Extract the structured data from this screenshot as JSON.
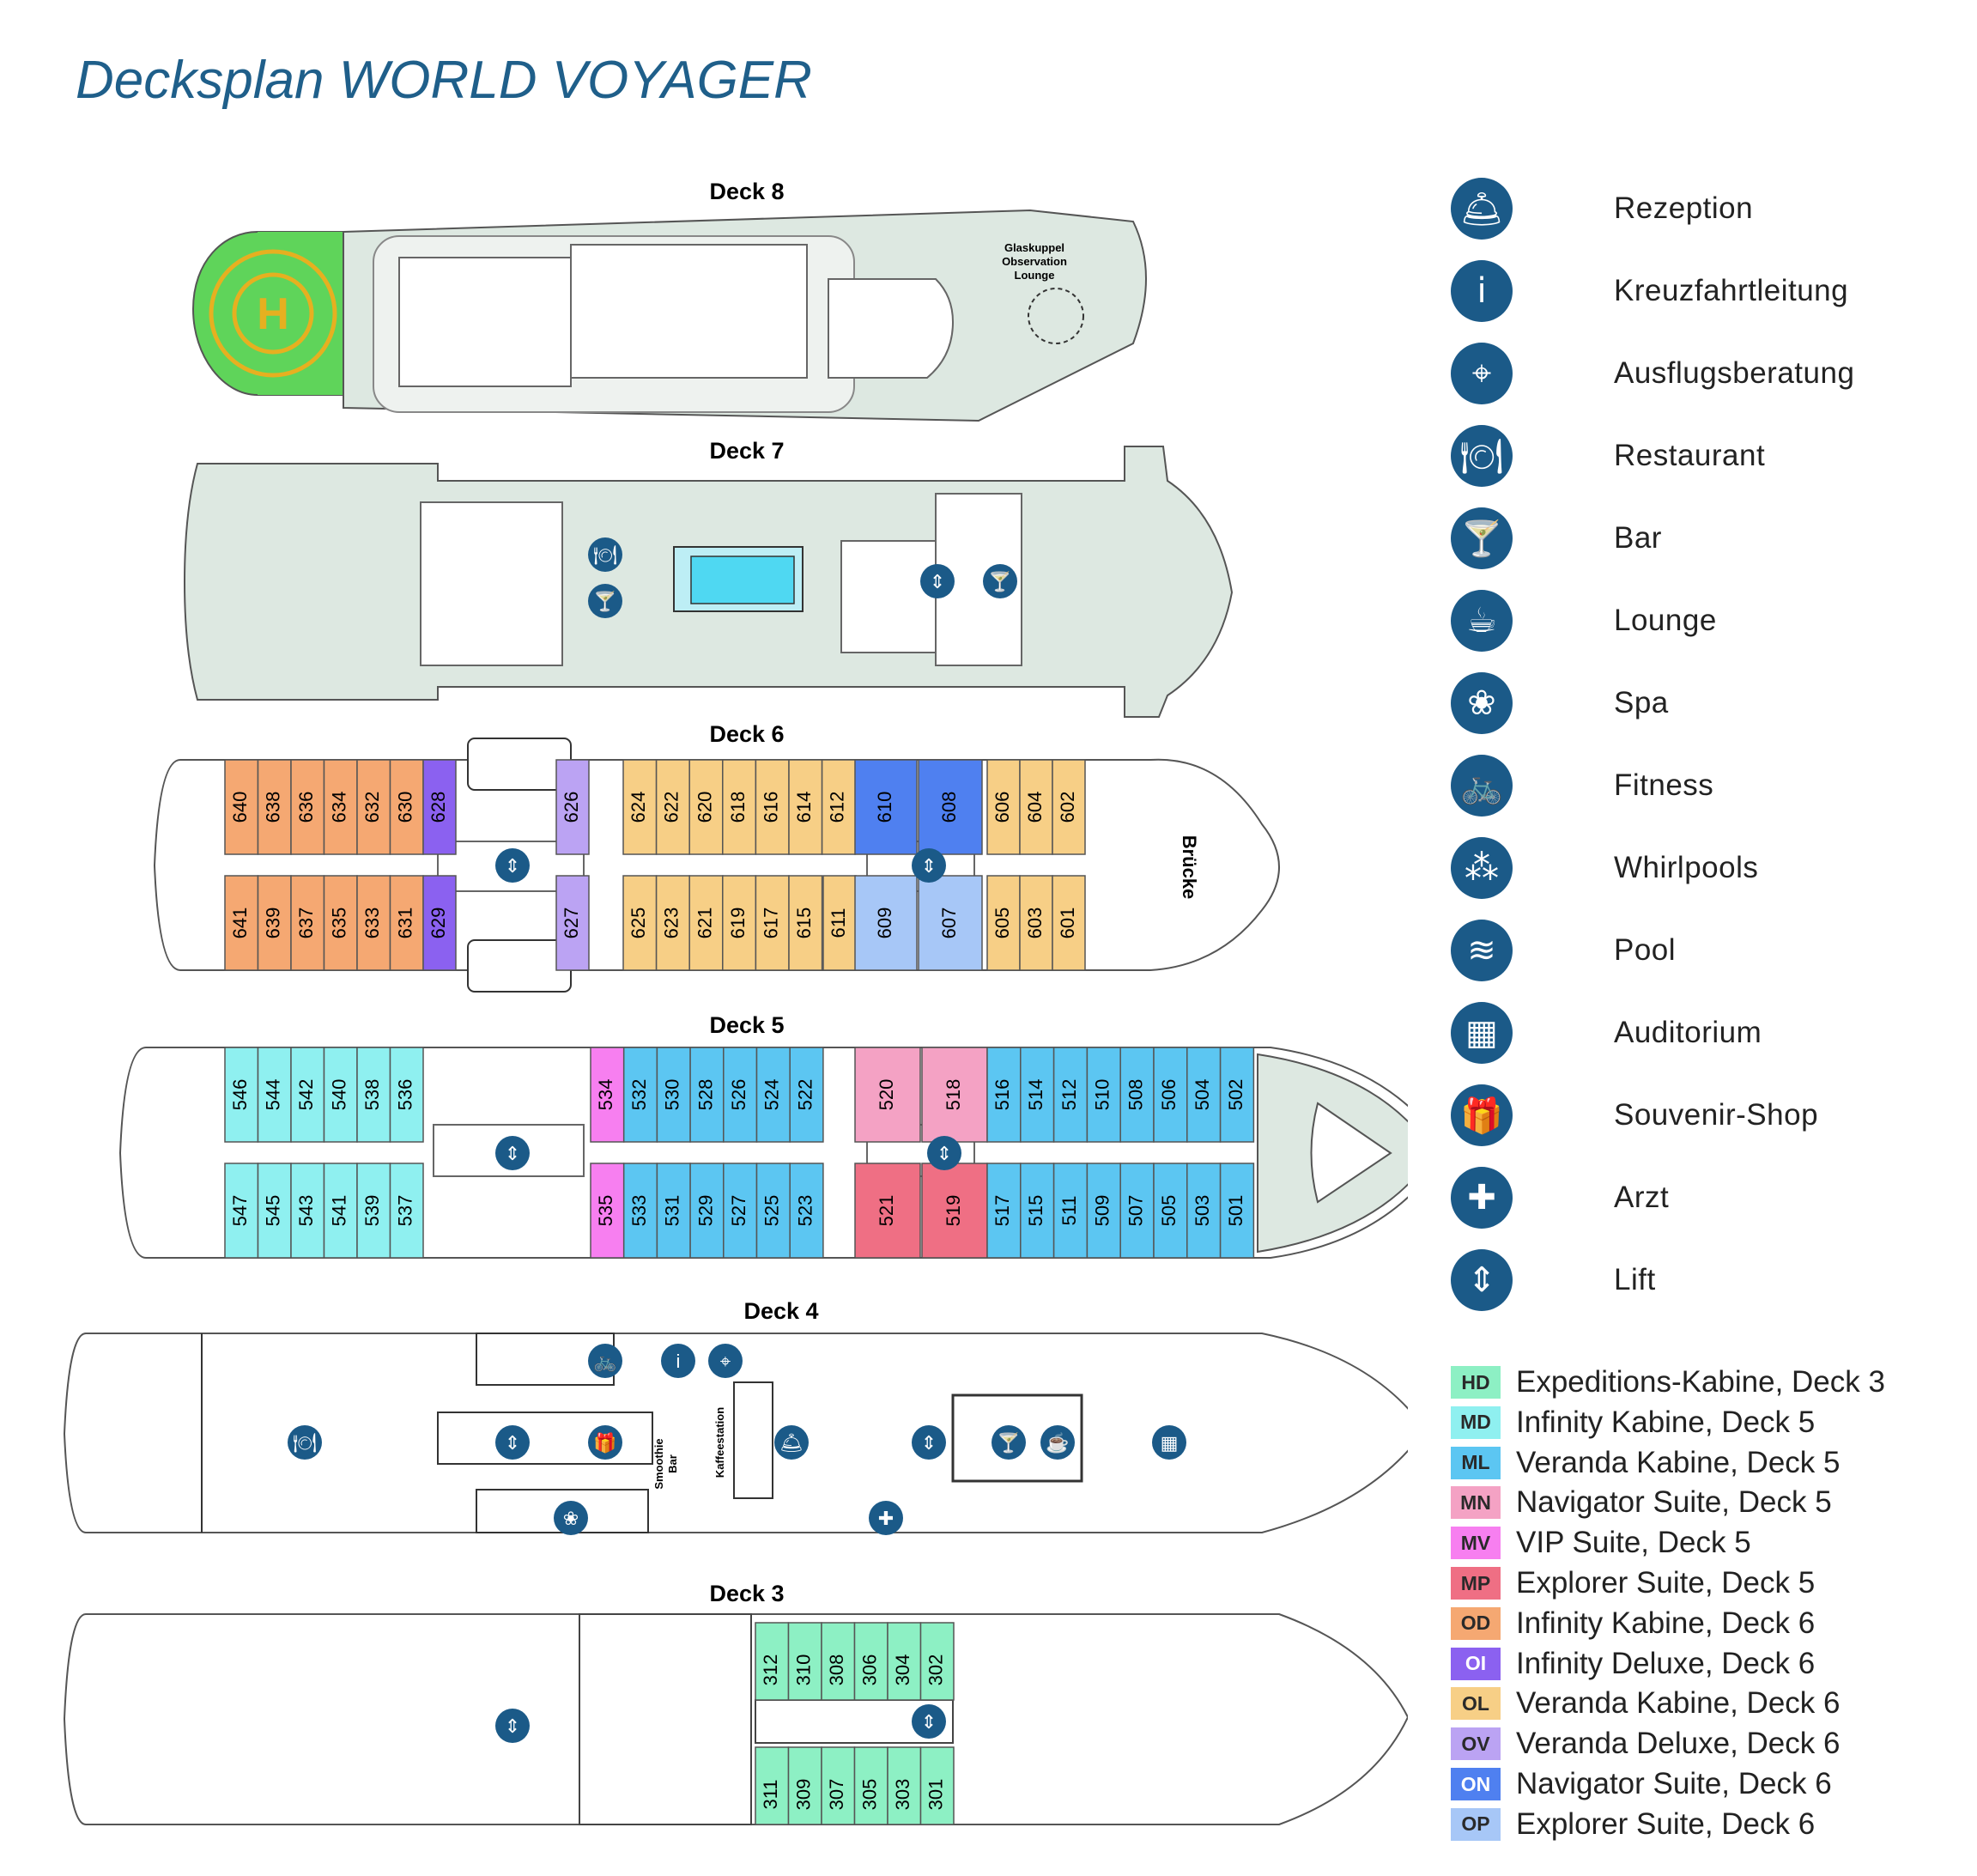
{
  "title": "Decksplan WORLD VOYAGER",
  "decks": {
    "deck8": {
      "label": "Deck 8",
      "lounge_label": [
        "Glaskuppel",
        "Observation",
        "Lounge"
      ],
      "heli": "H"
    },
    "deck7": {
      "label": "Deck 7"
    },
    "deck6": {
      "label": "Deck 6",
      "bridge": "Brücke",
      "top": [
        "640",
        "638",
        "636",
        "634",
        "632",
        "630",
        "628",
        "626",
        "624",
        "622",
        "620",
        "618",
        "616",
        "614",
        "612",
        "610",
        "608",
        "606",
        "604",
        "602"
      ],
      "bottom": [
        "641",
        "639",
        "637",
        "635",
        "633",
        "631",
        "629",
        "627",
        "625",
        "623",
        "621",
        "619",
        "617",
        "615",
        "611",
        "609",
        "607",
        "605",
        "603",
        "601"
      ]
    },
    "deck5": {
      "label": "Deck 5",
      "top": [
        "546",
        "544",
        "542",
        "540",
        "538",
        "536",
        "534",
        "532",
        "530",
        "528",
        "526",
        "524",
        "522",
        "520",
        "518",
        "516",
        "514",
        "512",
        "510",
        "508",
        "506",
        "504",
        "502"
      ],
      "bottom": [
        "547",
        "545",
        "543",
        "541",
        "539",
        "537",
        "535",
        "533",
        "531",
        "529",
        "527",
        "525",
        "523",
        "521",
        "519",
        "517",
        "515",
        "511",
        "509",
        "507",
        "505",
        "503",
        "501"
      ]
    },
    "deck4": {
      "label": "Deck 4",
      "smoothie_bar": [
        "Smoothie",
        "Bar"
      ],
      "kaffeestation": "Kaffeestation"
    },
    "deck3": {
      "label": "Deck 3",
      "top": [
        "312",
        "310",
        "308",
        "306",
        "304",
        "302"
      ],
      "bottom": [
        "311",
        "309",
        "307",
        "305",
        "303",
        "301"
      ]
    }
  },
  "legend_icons": [
    {
      "icon": "bell-icon",
      "label": "Rezeption"
    },
    {
      "icon": "info-icon",
      "label": "Kreuzfahrtleitung"
    },
    {
      "icon": "map-pin-icon",
      "label": "Ausflugsberatung"
    },
    {
      "icon": "restaurant-icon",
      "label": "Restaurant"
    },
    {
      "icon": "cocktail-icon",
      "label": "Bar"
    },
    {
      "icon": "cup-icon",
      "label": "Lounge"
    },
    {
      "icon": "lotus-icon",
      "label": "Spa"
    },
    {
      "icon": "bike-icon",
      "label": "Fitness"
    },
    {
      "icon": "bubbles-icon",
      "label": "Whirlpools"
    },
    {
      "icon": "waves-icon",
      "label": "Pool"
    },
    {
      "icon": "stage-icon",
      "label": "Auditorium"
    },
    {
      "icon": "gift-icon",
      "label": "Souvenir-Shop"
    },
    {
      "icon": "cross-icon",
      "label": "Arzt"
    },
    {
      "icon": "lift-icon",
      "label": "Lift"
    }
  ],
  "cabin_legend": [
    {
      "code": "HD",
      "label": "Expeditions-Kabine, Deck 3",
      "color": "#8df0c4"
    },
    {
      "code": "MD",
      "label": "Infinity Kabine, Deck 5",
      "color": "#8ff0f0"
    },
    {
      "code": "ML",
      "label": "Veranda Kabine, Deck 5",
      "color": "#5cc6f2"
    },
    {
      "code": "MN",
      "label": "Navigator Suite, Deck 5",
      "color": "#f4a2c4"
    },
    {
      "code": "MV",
      "label": "VIP Suite, Deck 5",
      "color": "#f77ff0"
    },
    {
      "code": "MP",
      "label": "Explorer Suite, Deck 5",
      "color": "#ef6f84"
    },
    {
      "code": "OD",
      "label": "Infinity Kabine, Deck 6",
      "color": "#f5a872"
    },
    {
      "code": "OI",
      "label": "Infinity Deluxe, Deck 6",
      "color": "#8b61f0"
    },
    {
      "code": "OL",
      "label": "Veranda Kabine, Deck 6",
      "color": "#f7cf86"
    },
    {
      "code": "OV",
      "label": "Veranda Deluxe, Deck 6",
      "color": "#bba3f3"
    },
    {
      "code": "ON",
      "label": "Navigator Suite, Deck 6",
      "color": "#4f80f0"
    },
    {
      "code": "OP",
      "label": "Explorer Suite, Deck 6",
      "color": "#a7c7f7"
    }
  ],
  "colors": {
    "deck_fill": "#dde8e1",
    "brand_blue": "#1b5a88",
    "heli_green": "#5fd45a"
  }
}
